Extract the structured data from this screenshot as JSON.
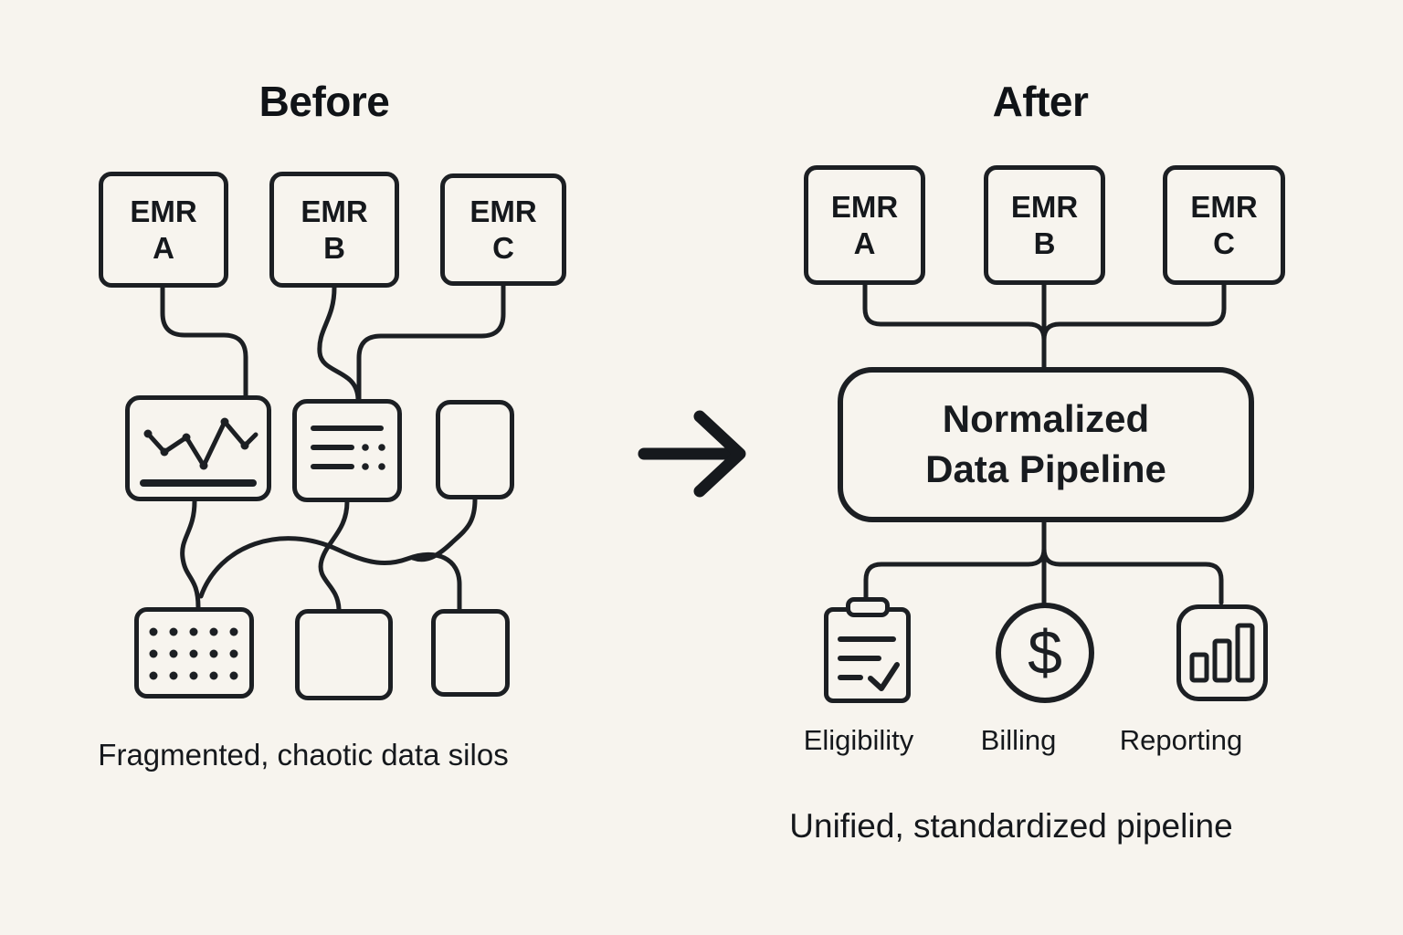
{
  "colors": {
    "background": "#f7f4ee",
    "ink": "#1c1f23"
  },
  "before": {
    "title": "Before",
    "emr_boxes": [
      {
        "name": "EMR",
        "letter": "A"
      },
      {
        "name": "EMR",
        "letter": "B"
      },
      {
        "name": "EMR",
        "letter": "C"
      }
    ],
    "silo_icons": [
      "line-chart-icon",
      "list-icon",
      "empty-box",
      "dot-grid-icon",
      "empty-box",
      "empty-box"
    ],
    "caption": "Fragmented, chaotic data silos"
  },
  "arrow": {
    "icon": "right-arrow-icon"
  },
  "after": {
    "title": "After",
    "emr_boxes": [
      {
        "name": "EMR",
        "letter": "A"
      },
      {
        "name": "EMR",
        "letter": "B"
      },
      {
        "name": "EMR",
        "letter": "C"
      }
    ],
    "pipeline": {
      "line1": "Normalized",
      "line2": "Data Pipeline"
    },
    "outputs": [
      {
        "label": "Eligibility",
        "icon": "clipboard-check-icon"
      },
      {
        "label": "Billing",
        "icon": "dollar-circle-icon",
        "glyph": "$"
      },
      {
        "label": "Reporting",
        "icon": "bar-chart-icon"
      }
    ],
    "caption": "Unified, standardized pipeline"
  }
}
